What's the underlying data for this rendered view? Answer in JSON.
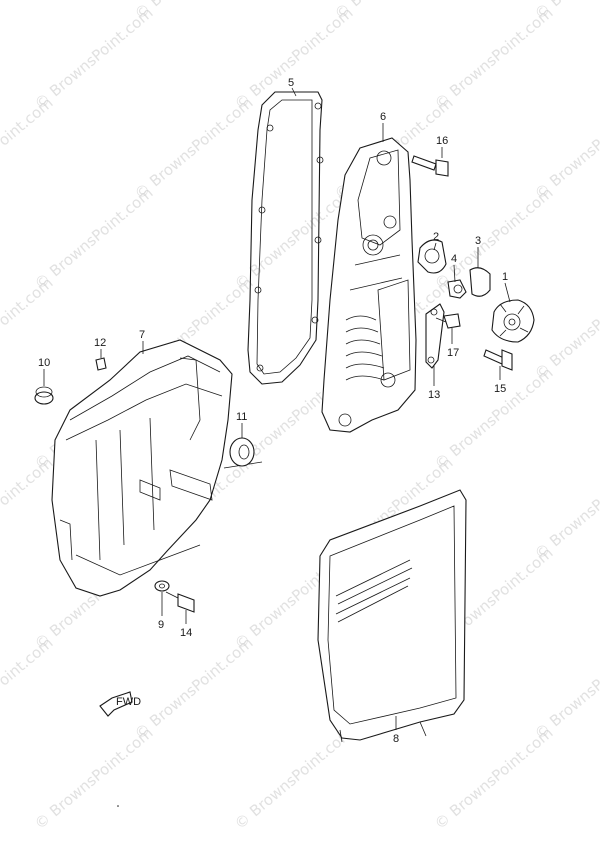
{
  "watermark": "© BrownsPoint.com",
  "direction_marker": {
    "text": "FWD"
  },
  "callouts": {
    "c1": "1",
    "c2": "2",
    "c3": "3",
    "c4": "4",
    "c5": "5",
    "c6": "6",
    "c7": "7",
    "c8": "8",
    "c9": "9",
    "c10": "10",
    "c11": "11",
    "c12": "12",
    "c13": "13",
    "c14": "14",
    "c15": "15",
    "c16": "16",
    "c17": "17"
  }
}
